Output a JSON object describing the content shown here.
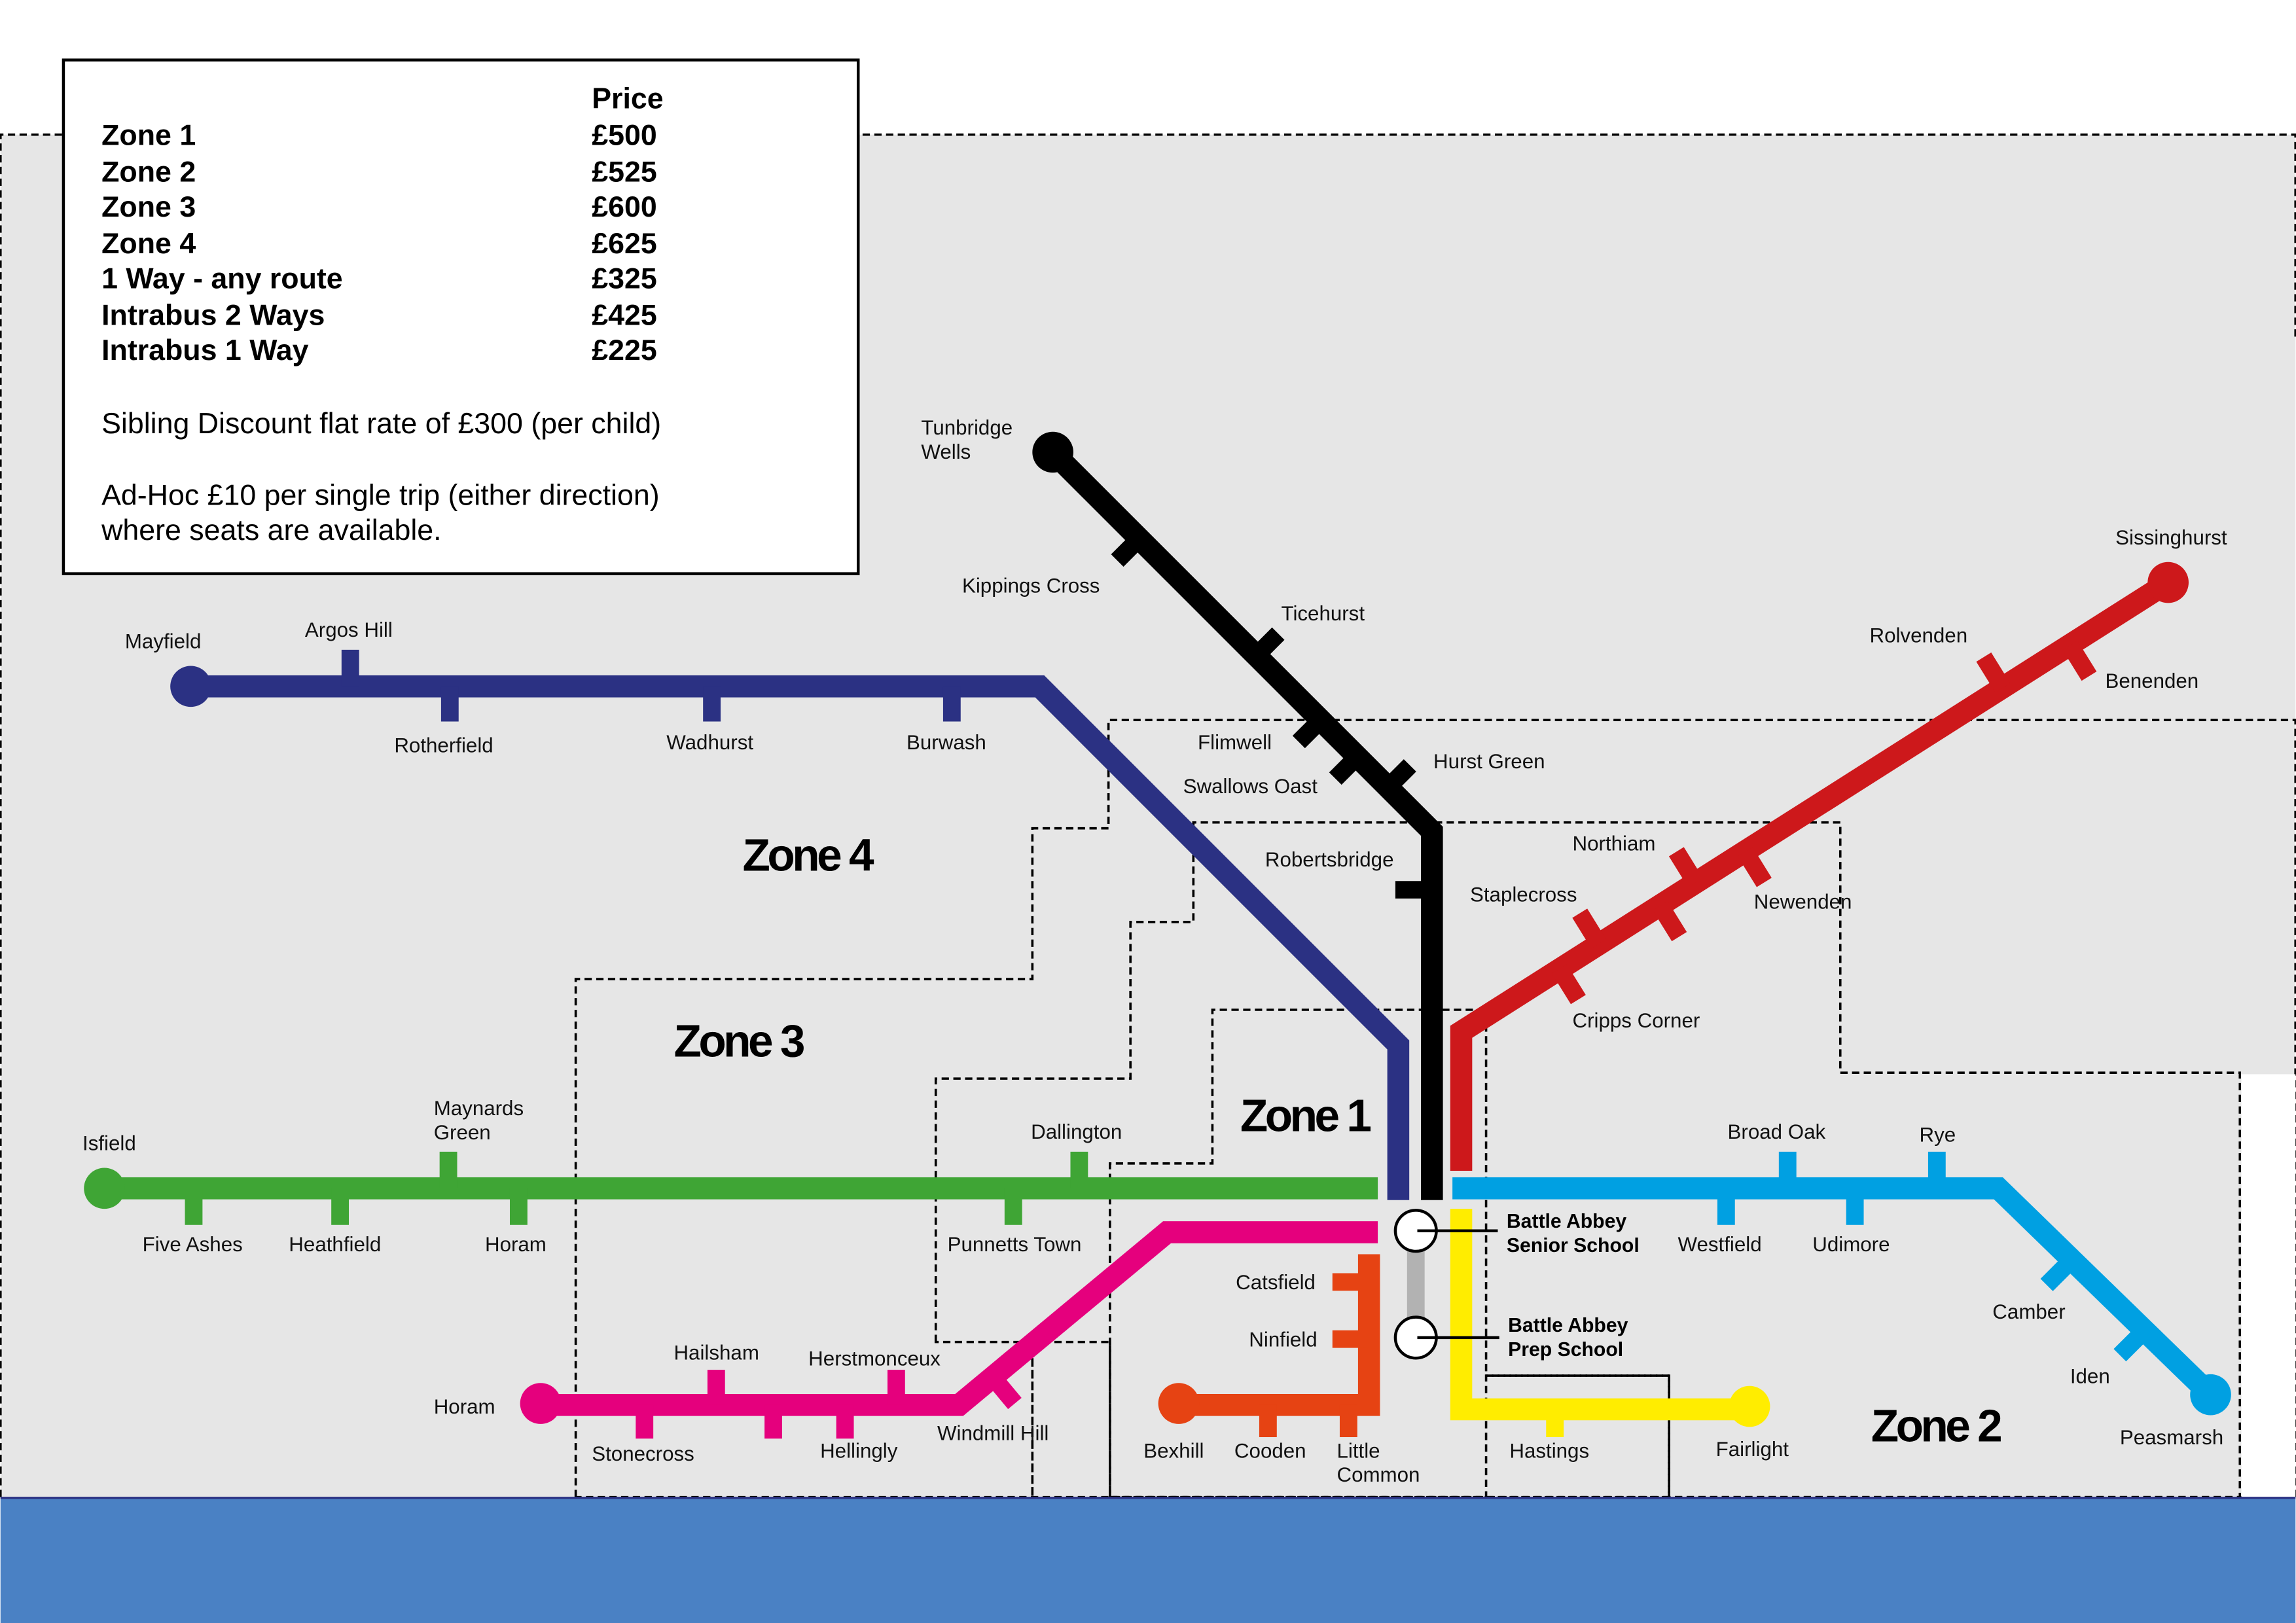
{
  "price_table": {
    "header": "Price",
    "rows": [
      {
        "label": "Zone 1",
        "price": "£500"
      },
      {
        "label": "Zone 2",
        "price": "£525"
      },
      {
        "label": "Zone 3",
        "price": "£600"
      },
      {
        "label": "Zone 4",
        "price": "£625"
      },
      {
        "label": "1 Way - any route",
        "price": "£325"
      },
      {
        "label": "Intrabus 2 Ways",
        "price": "£425"
      },
      {
        "label": "Intrabus 1 Way",
        "price": "£225"
      }
    ],
    "sibling_note": "Sibling Discount flat rate of £300 (per child)",
    "adhoc_note_1": "Ad-Hoc £10 per single trip (either direction)",
    "adhoc_note_2": "where seats are available."
  },
  "zones": {
    "z1": "Zone 1",
    "z2": "Zone 2",
    "z3": "Zone 3",
    "z4": "Zone 4"
  },
  "colors": {
    "navy": "#2b3183",
    "black": "#000000",
    "red": "#cd181b",
    "green": "#3fa535",
    "blue": "#00a0e2",
    "magenta": "#e5007d",
    "orange": "#e64313",
    "yellow": "#ffed00",
    "link": "#b2b2b2",
    "zone_fill": "#e6e6e6",
    "sea": "#4a81c4"
  },
  "lines": {
    "navy": [
      "Mayfield",
      "Argos Hill",
      "Rotherfield",
      "Wadhurst",
      "Burwash"
    ],
    "black": [
      "Tunbridge\nWells",
      "Kippings Cross",
      "Ticehurst",
      "Flimwell",
      "Swallows Oast",
      "Hurst Green",
      "Robertsbridge"
    ],
    "red": [
      "Sissinghurst",
      "Rolvenden",
      "Benenden",
      "Northiam",
      "Staplecross",
      "Newenden",
      "Cripps Corner"
    ],
    "green": [
      "Isfield",
      "Maynards\nGreen",
      "Dallington",
      "Five Ashes",
      "Heathfield",
      "Horam",
      "Punnetts Town"
    ],
    "blue": [
      "Broad Oak",
      "Rye",
      "Westfield",
      "Udimore",
      "Camber",
      "Iden",
      "Peasmarsh"
    ],
    "magenta": [
      "Horam",
      "Hailsham",
      "Herstmonceux",
      "Stonecross",
      "Hellingly",
      "Windmill Hill"
    ],
    "orange": [
      "Catsfield",
      "Ninfield",
      "Bexhill",
      "Cooden",
      "Little\nCommon"
    ],
    "yellow": [
      "Hastings",
      "Fairlight"
    ]
  },
  "schools": {
    "senior": "Battle Abbey\nSenior School",
    "prep": "Battle Abbey\nPrep School"
  }
}
